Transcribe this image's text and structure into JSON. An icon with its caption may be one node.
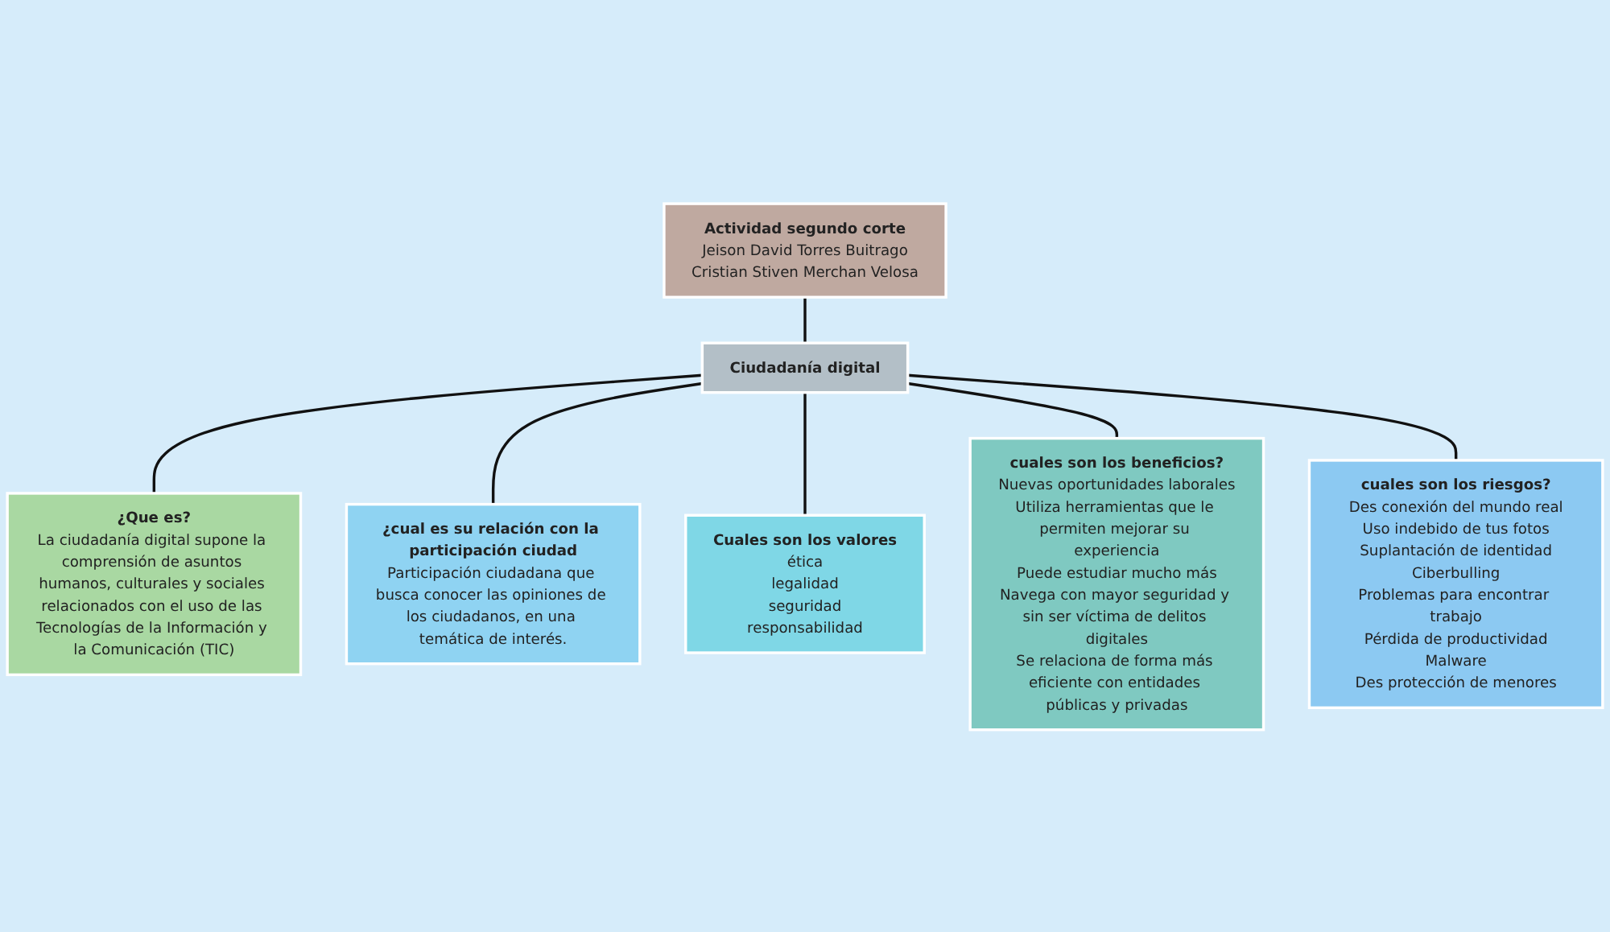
{
  "diagram": {
    "nodes": [
      {
        "text": [
          "Actividad segundo corte",
          "Jeison David Torres Buitrago",
          "Cristian Stiven Merchan Velosa"
        ]
      },
      {
        "text": [
          "Ciudadanía digital"
        ]
      },
      {
        "text": [
          "¿Que es?",
          "La ciudadanía digital supone la comprensión de asuntos humanos, culturales y sociales relacionados con el uso de las Tecnologías de la Información y la Comunicación (TIC)"
        ]
      },
      {
        "text": [
          "¿cual es su relación con la participación ciudad",
          "Participación ciudadana que busca conocer las opiniones de los ciudadanos, en una temática de interés."
        ]
      },
      {
        "text": [
          "Cuales son los valores",
          "ética",
          "legalidad",
          "seguridad",
          "responsabilidad"
        ]
      },
      {
        "text": [
          "cuales son los beneficios?",
          "Nuevas oportunidades laborales",
          "Utiliza herramientas que le permiten mejorar su experiencia",
          "Puede estudiar mucho más",
          "Navega con mayor seguridad y sin ser víctima de delitos digitales",
          "Se relaciona de forma más eficiente con entidades públicas y privadas"
        ]
      },
      {
        "text": [
          "cuales son los riesgos?",
          "Des conexión del mundo real",
          "Uso indebido de tus fotos",
          "Suplantación de identidad",
          "Ciberbulling",
          "Problemas para encontrar trabajo",
          "Pérdida de productividad",
          "Malware",
          "Des protección de menores"
        ]
      }
    ],
    "edges": [
      {
        "from": 0,
        "to": 1,
        "arrow": "none"
      },
      {
        "from": 1,
        "to": 2,
        "arrow": "none"
      },
      {
        "from": 1,
        "to": 3,
        "arrow": "none"
      },
      {
        "from": 1,
        "to": 4,
        "arrow": "none"
      },
      {
        "from": 1,
        "to": 5,
        "arrow": "none"
      },
      {
        "from": 1,
        "to": 6,
        "arrow": "none"
      }
    ]
  }
}
